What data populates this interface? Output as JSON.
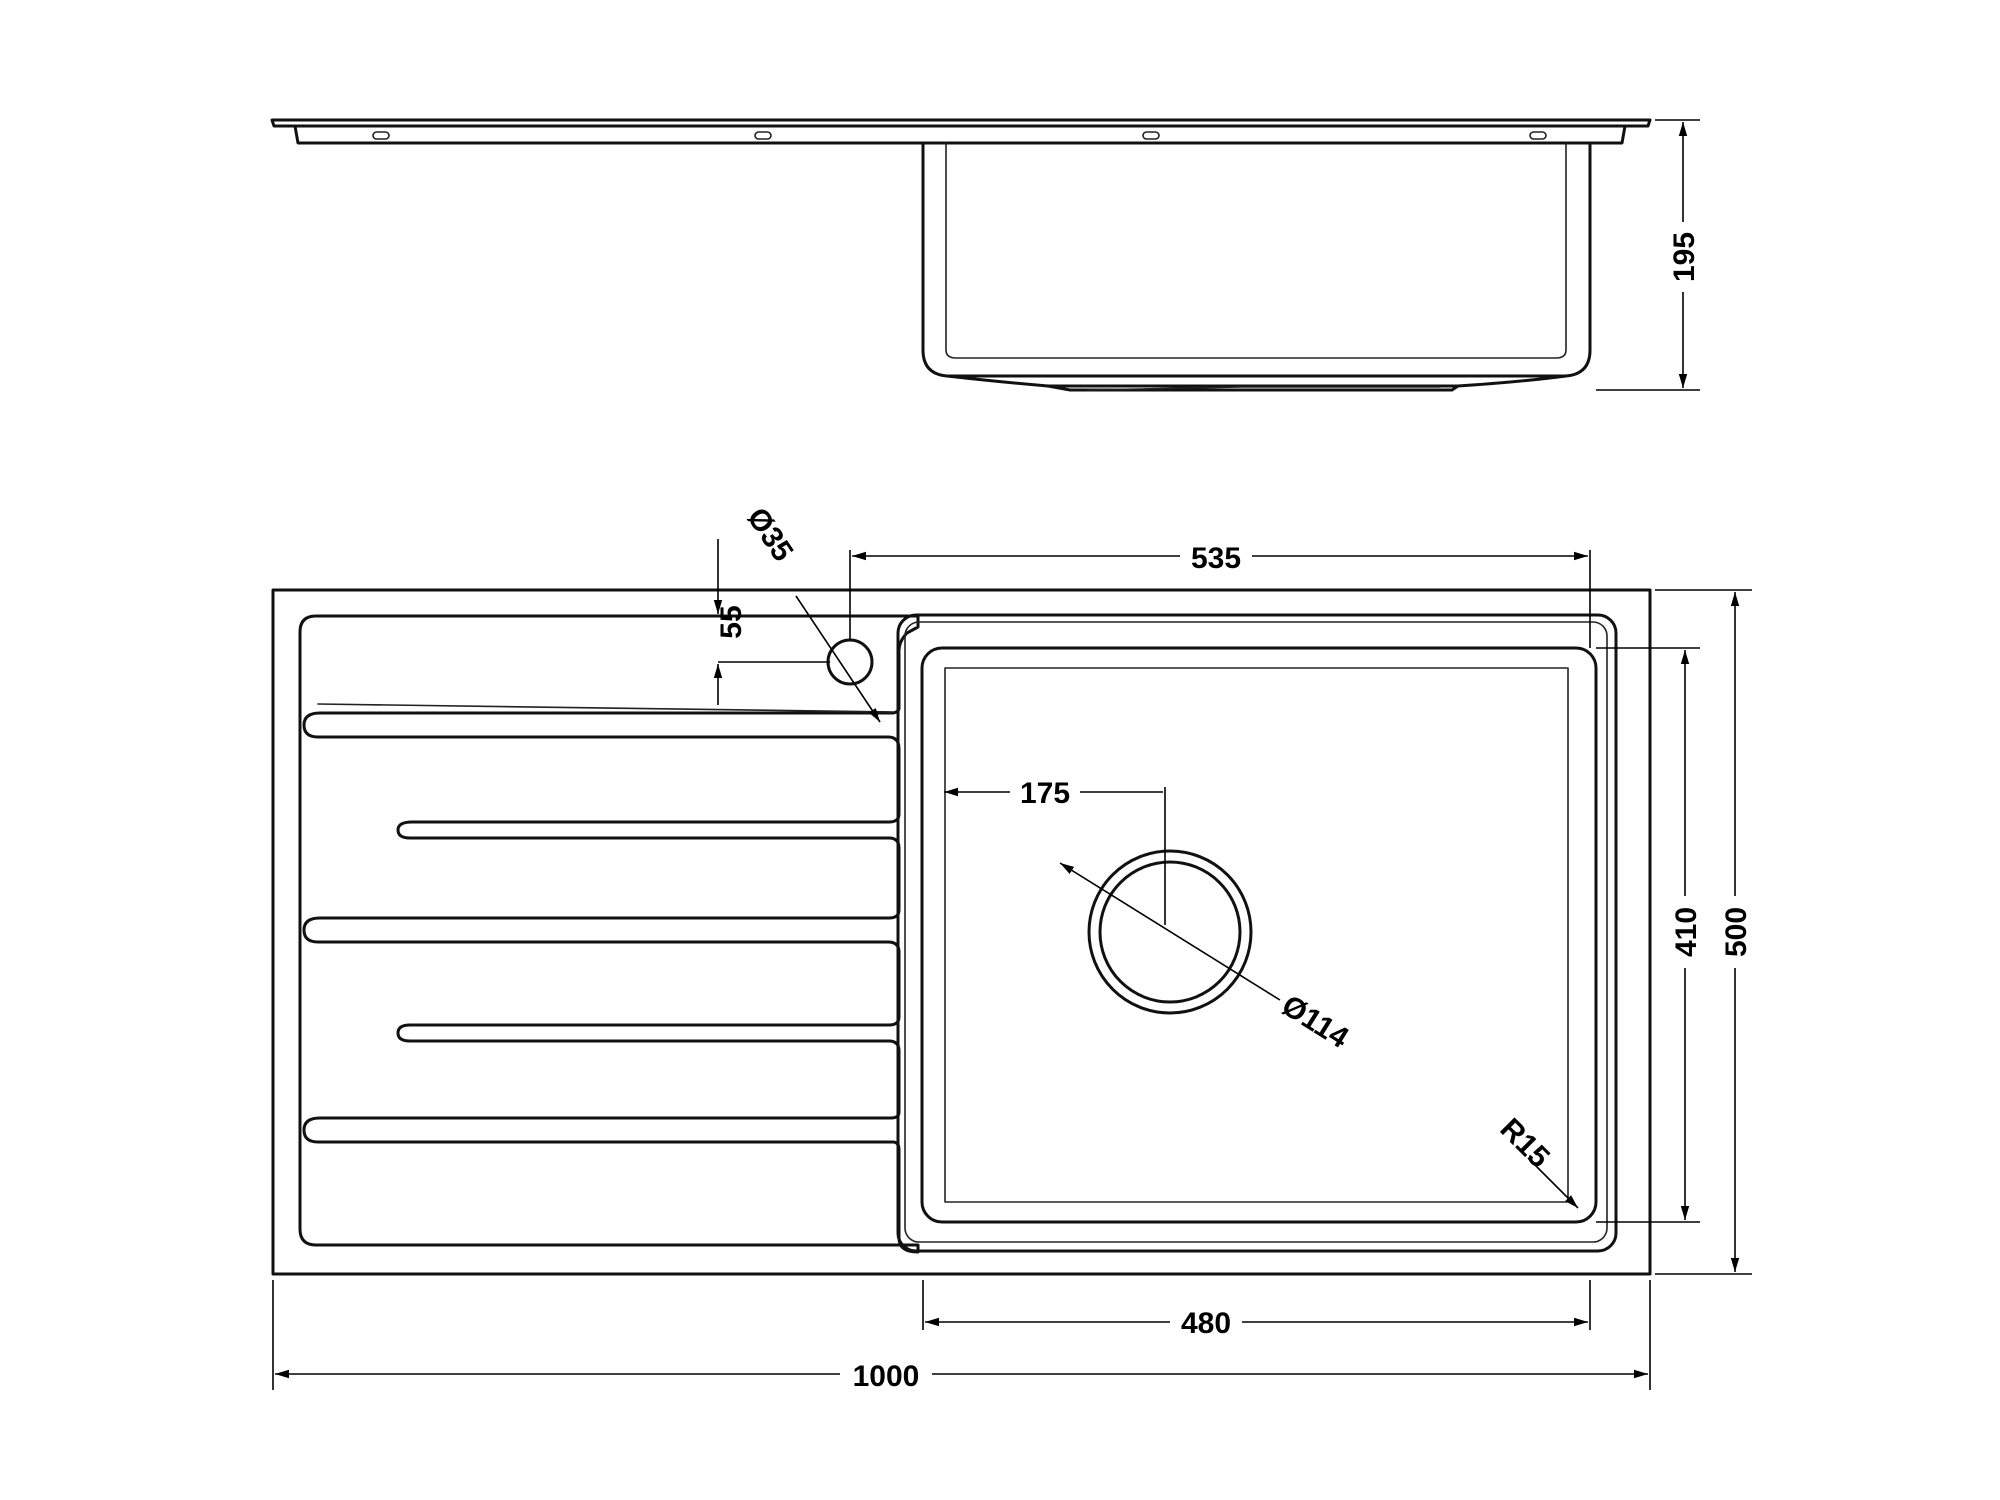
{
  "dimensions": {
    "height": "195",
    "hole_diameter": "Ø35",
    "hole_offset": "55",
    "bowl_position": "535",
    "drain_offset": "175",
    "drain_diameter": "Ø114",
    "corner_radius": "R15",
    "bowl_depth": "410",
    "overall_depth": "500",
    "bowl_width": "480",
    "overall_width": "1000"
  }
}
